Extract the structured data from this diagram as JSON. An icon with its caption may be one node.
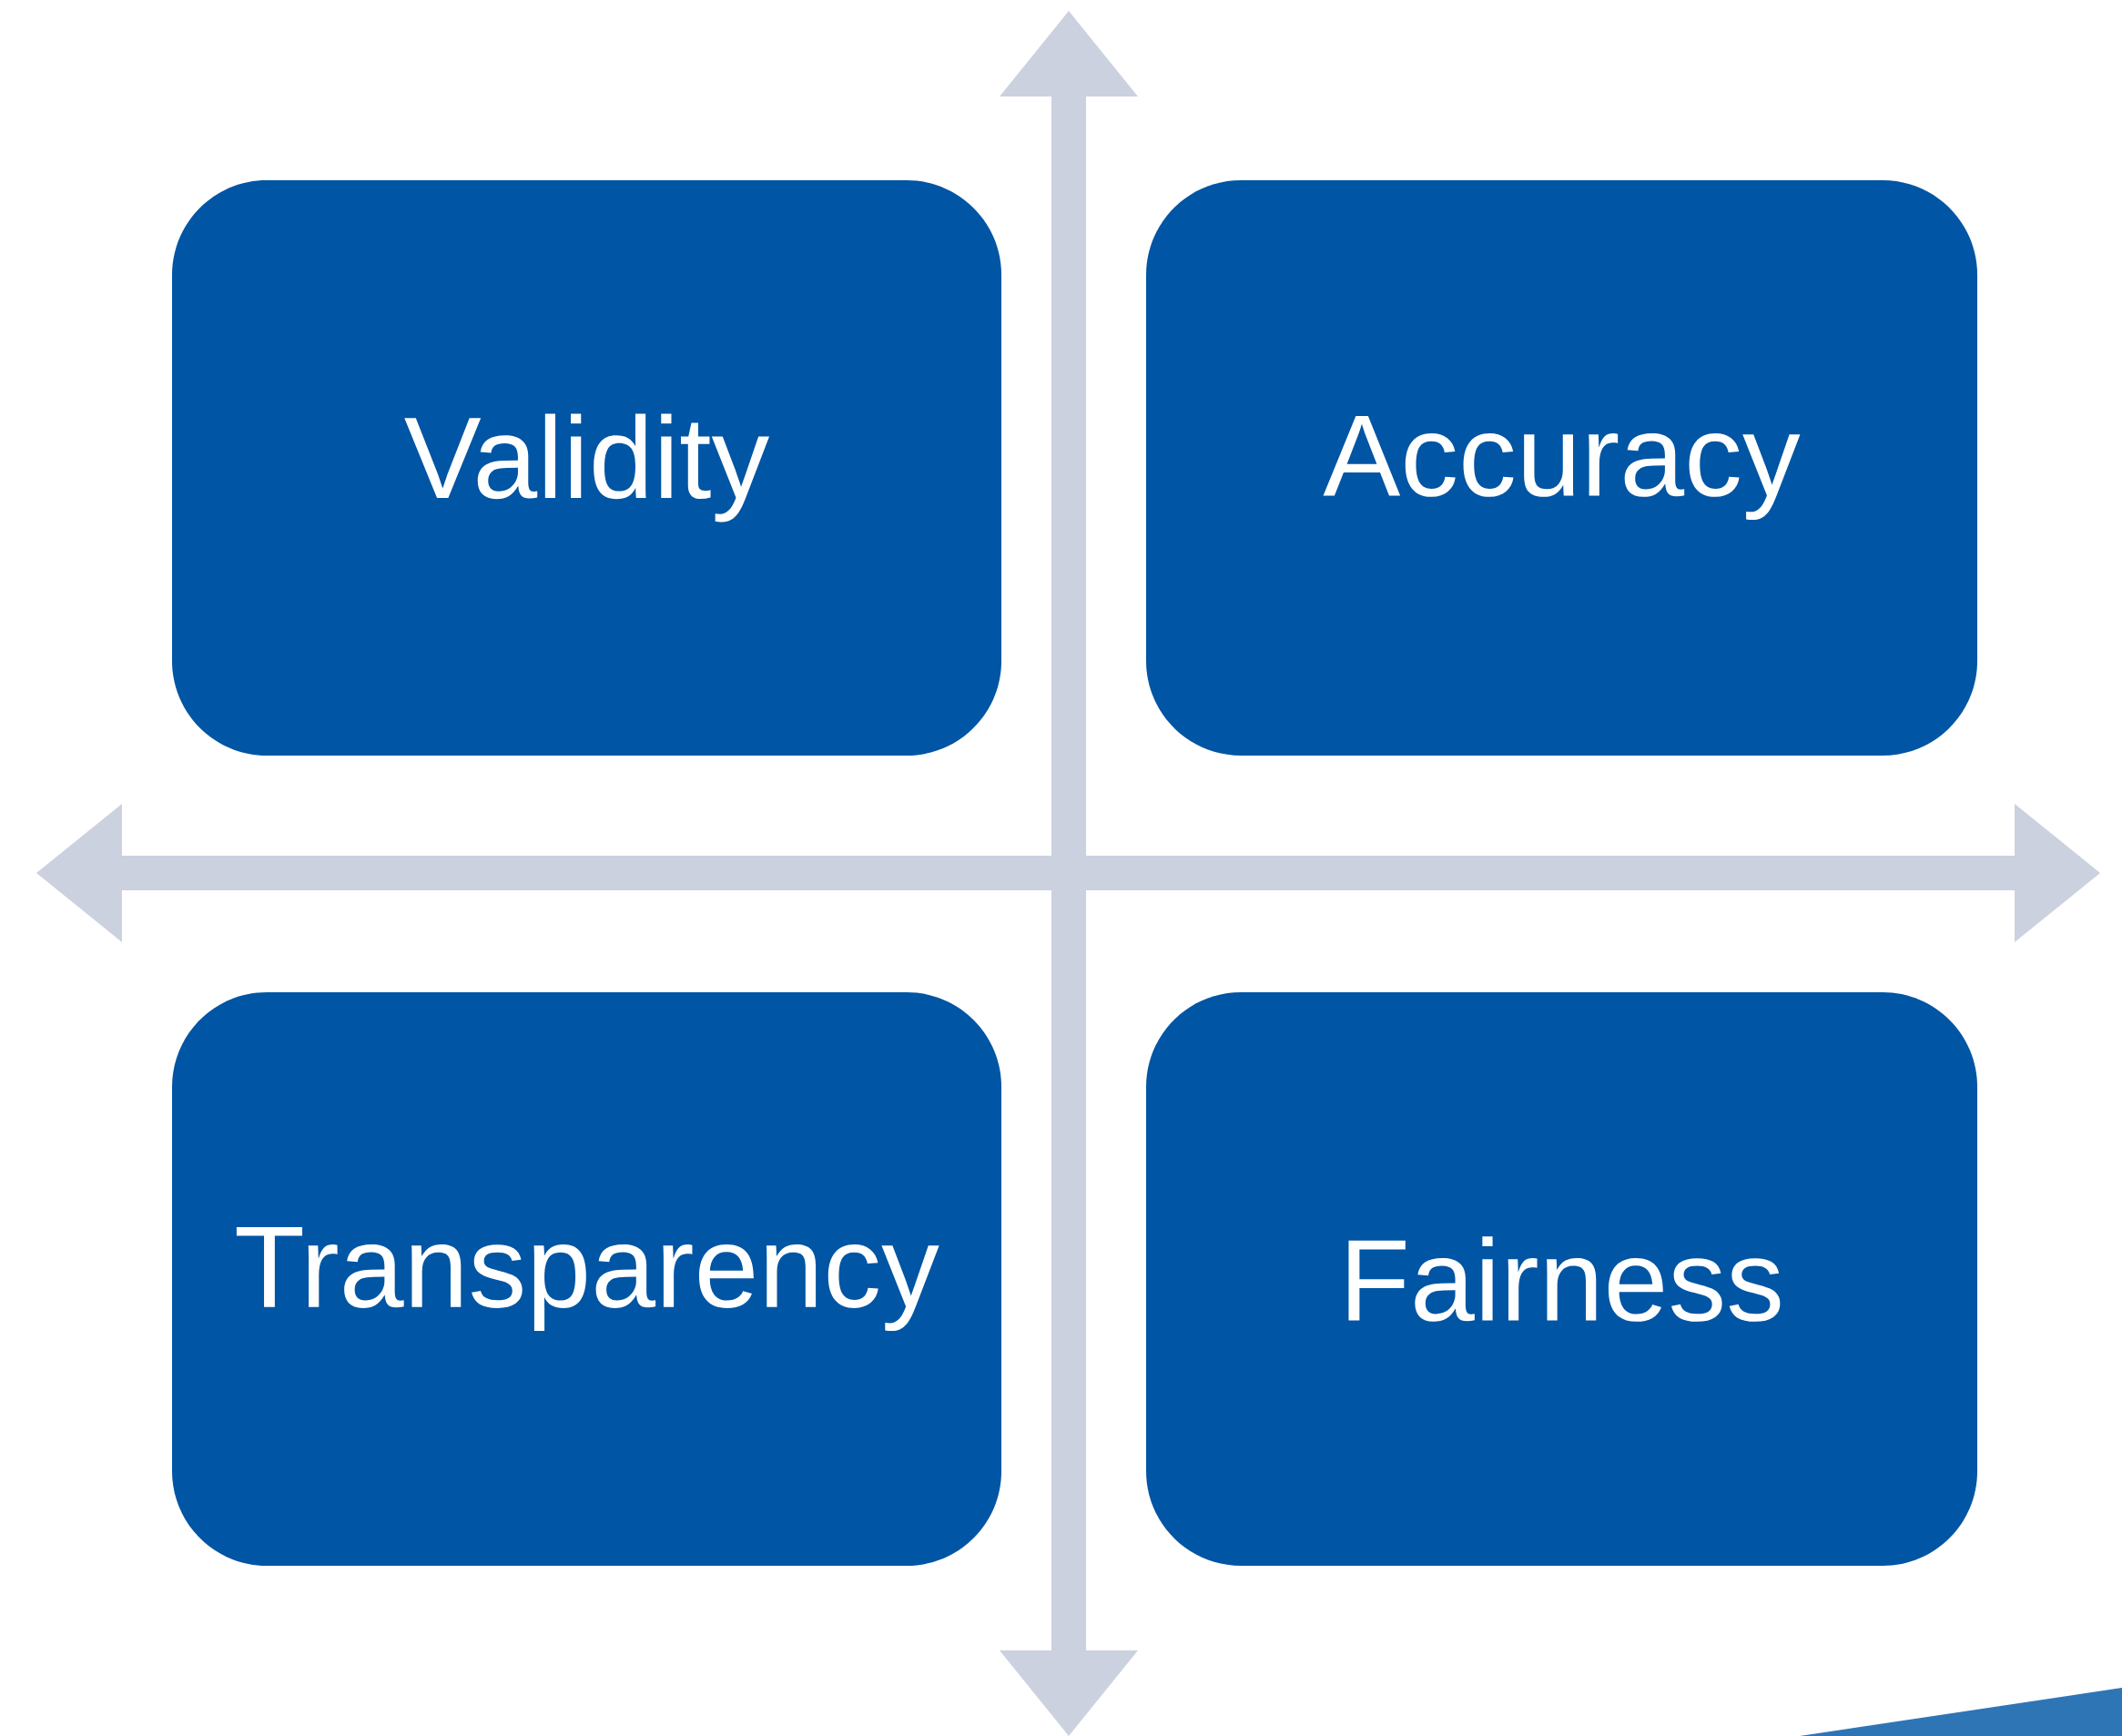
{
  "diagram": {
    "nodes": [
      {
        "text": [
          "Validity"
        ]
      },
      {
        "text": [
          "Accuracy"
        ]
      },
      {
        "text": [
          "Transparency"
        ]
      },
      {
        "text": [
          "Fairness"
        ]
      }
    ]
  }
}
